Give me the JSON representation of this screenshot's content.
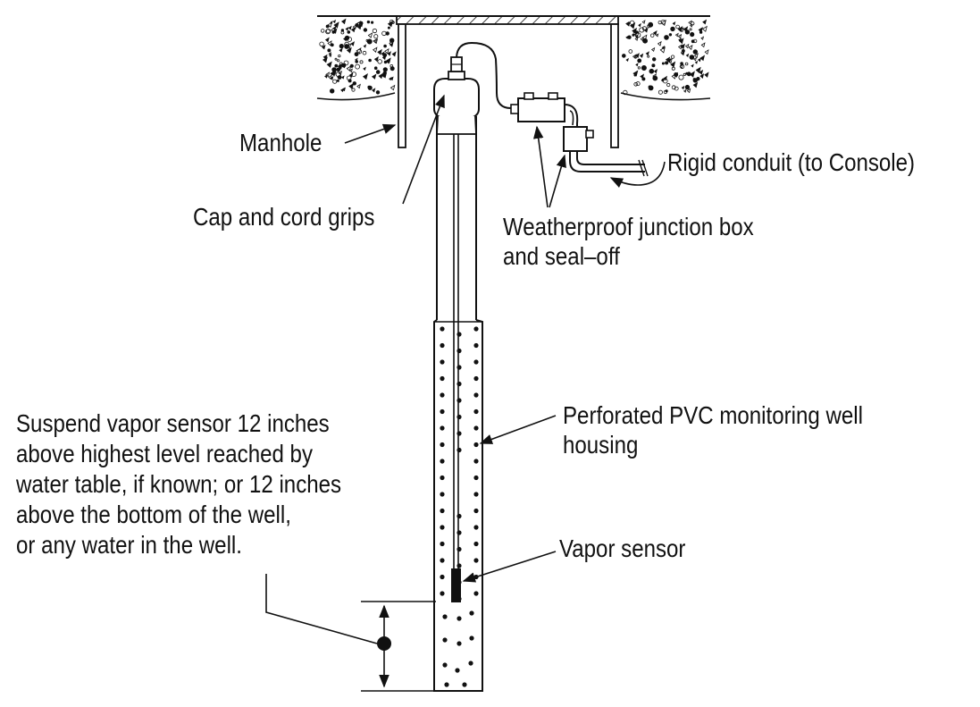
{
  "labels": {
    "manhole": "Manhole",
    "cap_cord_grips": "Cap and cord grips",
    "rigid_conduit": "Rigid conduit (to Console)",
    "junction_box": [
      "Weatherproof junction box",
      "and seal–off"
    ],
    "pvc_housing": [
      "Perforated PVC monitoring well",
      "housing"
    ],
    "vapor_sensor": "Vapor sensor",
    "instruction": [
      "Suspend vapor sensor 12 inches",
      "above highest level reached by",
      "water table, if known; or 12 inches",
      "above the bottom of the well,",
      "or any water in the well."
    ]
  },
  "colors": {
    "ink": "#111111",
    "background": "#ffffff"
  }
}
